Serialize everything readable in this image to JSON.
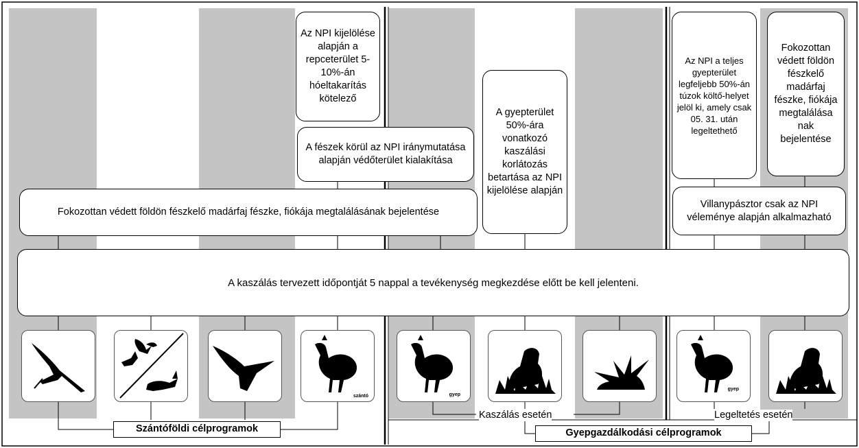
{
  "boxes": {
    "repce_hoeltakaritas": "Az NPI kijelölése alapján a repceterület 5-10%-án hóeltakarítás kötelező",
    "feszek_vedoterulet": "A fészek körül az NPI iránymutatása alapján védőterület kialakítása",
    "bejelentes_szanto": "Fokozottan védett földön fészkelő madárfaj fészke, fiókája megtalálásának bejelentése",
    "gyep_kaszalas_korlatozas": "A gyepterület 50%-ára vonatkozó kaszálási korlátozás betartása az NPI kijelölése alapján",
    "tuzok_kolto_hely": "Az NPI a teljes gyepterület legfeljebb 50%-án túzok költő-helyet jelöl ki, amely csak 05. 31. után legeltethető",
    "bejelentes_gyep": "Fokozottan védett földön fészkelő madárfaj fészke, fiókája megtalálása nak bejelentése",
    "villanypasztor": "Villanypásztor csak az NPI véleménye alapján alkalmazható",
    "kaszalas_bejelentes": "A kaszálás tervezett időpontját 5 nappal a tevékenység megkezdése előtt be kell jelenteni."
  },
  "labels": {
    "szanto_group": "Szántóföldi célprogramok",
    "kaszalas_eseten": "Kaszálás esetén",
    "legeltetes_eseten": "Legeltetés esetén",
    "gyep_group": "Gyepgazdálkodási célprogramok"
  },
  "tiles": [
    {
      "icon": "stork-icon",
      "tag": ""
    },
    {
      "icon": "birds-and-hare-icon",
      "tag": ""
    },
    {
      "icon": "bird-of-prey-icon",
      "tag": ""
    },
    {
      "icon": "great-bustard-icon",
      "tag": "szántó"
    },
    {
      "icon": "great-bustard-icon",
      "tag": "gyep"
    },
    {
      "icon": "bird-in-grass-icon",
      "tag": ""
    },
    {
      "icon": "grass-tuft-icon",
      "tag": ""
    },
    {
      "icon": "great-bustard-icon",
      "tag": "gyep"
    },
    {
      "icon": "bird-in-grass-icon",
      "tag": ""
    }
  ]
}
